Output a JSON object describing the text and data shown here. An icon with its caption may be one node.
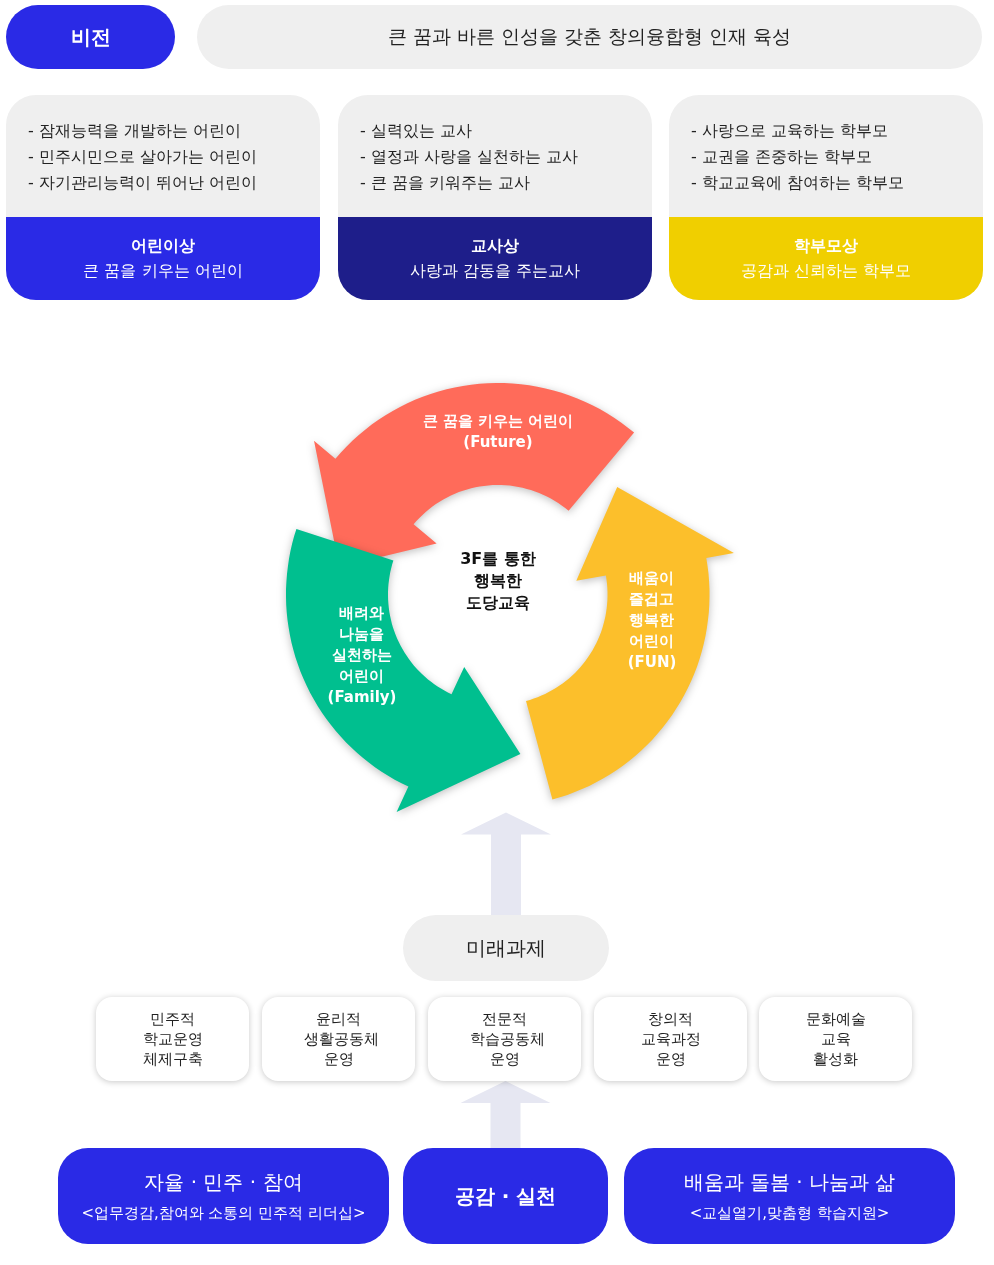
{
  "diagram": {
    "nodes": [
      {
        "text": [
          "비전"
        ]
      },
      {
        "text": [
          "큰 꿈과 바른 인성을 갖춘 창의융합형 인재 육성"
        ]
      },
      {
        "text": [
          "- 잠재능력을 개발하는 어린이",
          "- 민주시민으로 살아가는 어린이",
          "- 자기관리능력이 뛰어난 어린이",
          "어린이상",
          "큰 꿈을 키우는 어린이"
        ]
      },
      {
        "text": [
          "- 실력있는 교사",
          "- 열정과 사랑을 실천하는 교사",
          "- 큰 꿈을 키워주는 교사",
          "교사상",
          "사랑과 감동을 주는교사"
        ]
      },
      {
        "text": [
          "- 사랑으로 교육하는 학부모",
          "- 교권을 존중하는 학부모",
          "- 학교교육에 참여하는 학부모",
          "학부모상",
          "공감과 신뢰하는 학부모"
        ]
      },
      {
        "text": [
          "큰 꿈을 키우는 어린이 (Future)"
        ]
      },
      {
        "text": [
          "배움이 즐겁고 행복한 어린이 (FUN)"
        ]
      },
      {
        "text": [
          "배려와 나눔을 실천하는 어린이 (Family)"
        ]
      },
      {
        "text": [
          "미래과제"
        ]
      },
      {
        "text": [
          "민주적 학교운영 체제구축"
        ]
      },
      {
        "text": [
          "윤리적 생활공동체 운영"
        ]
      },
      {
        "text": [
          "전문적 학습공동체 운영"
        ]
      },
      {
        "text": [
          "창의적 교육과정 운영"
        ]
      },
      {
        "text": [
          "문화예술 교육 활성화"
        ]
      },
      {
        "text": [
          "자율 · 민주 · 참여",
          "<업무경감,참여와 소통의 민주적 리더십>"
        ]
      },
      {
        "text": [
          "공감 · 실천"
        ]
      },
      {
        "text": [
          "배움과 돌봄 · 나눔과 삶",
          "<교실열기,맞춤형 학습지원>"
        ]
      }
    ],
    "edges": [
      {
        "from": 8,
        "to": 7,
        "arrow": "to",
        "style": "thick"
      },
      {
        "from": 15,
        "to": 11,
        "arrow": "to",
        "style": "thick"
      }
    ],
    "labels": [
      "3F를 통한 행복한 도당교육"
    ]
  }
}
